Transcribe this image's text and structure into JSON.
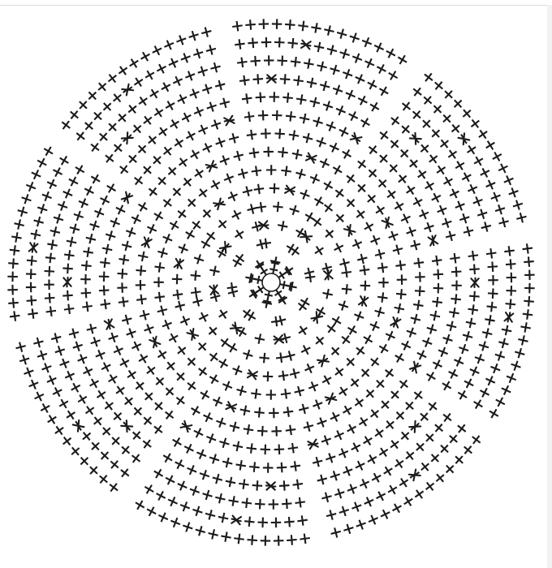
{
  "diagram": {
    "type": "crochet-round-chart",
    "sectors": 8,
    "rows": 14,
    "stitch_symbol": "single-crochet-cross",
    "increase_symbol": "increase-v-cross",
    "center_symbol": "magic-ring",
    "stitch_color": "#1b1b1b",
    "background_color": "#ffffff"
  }
}
